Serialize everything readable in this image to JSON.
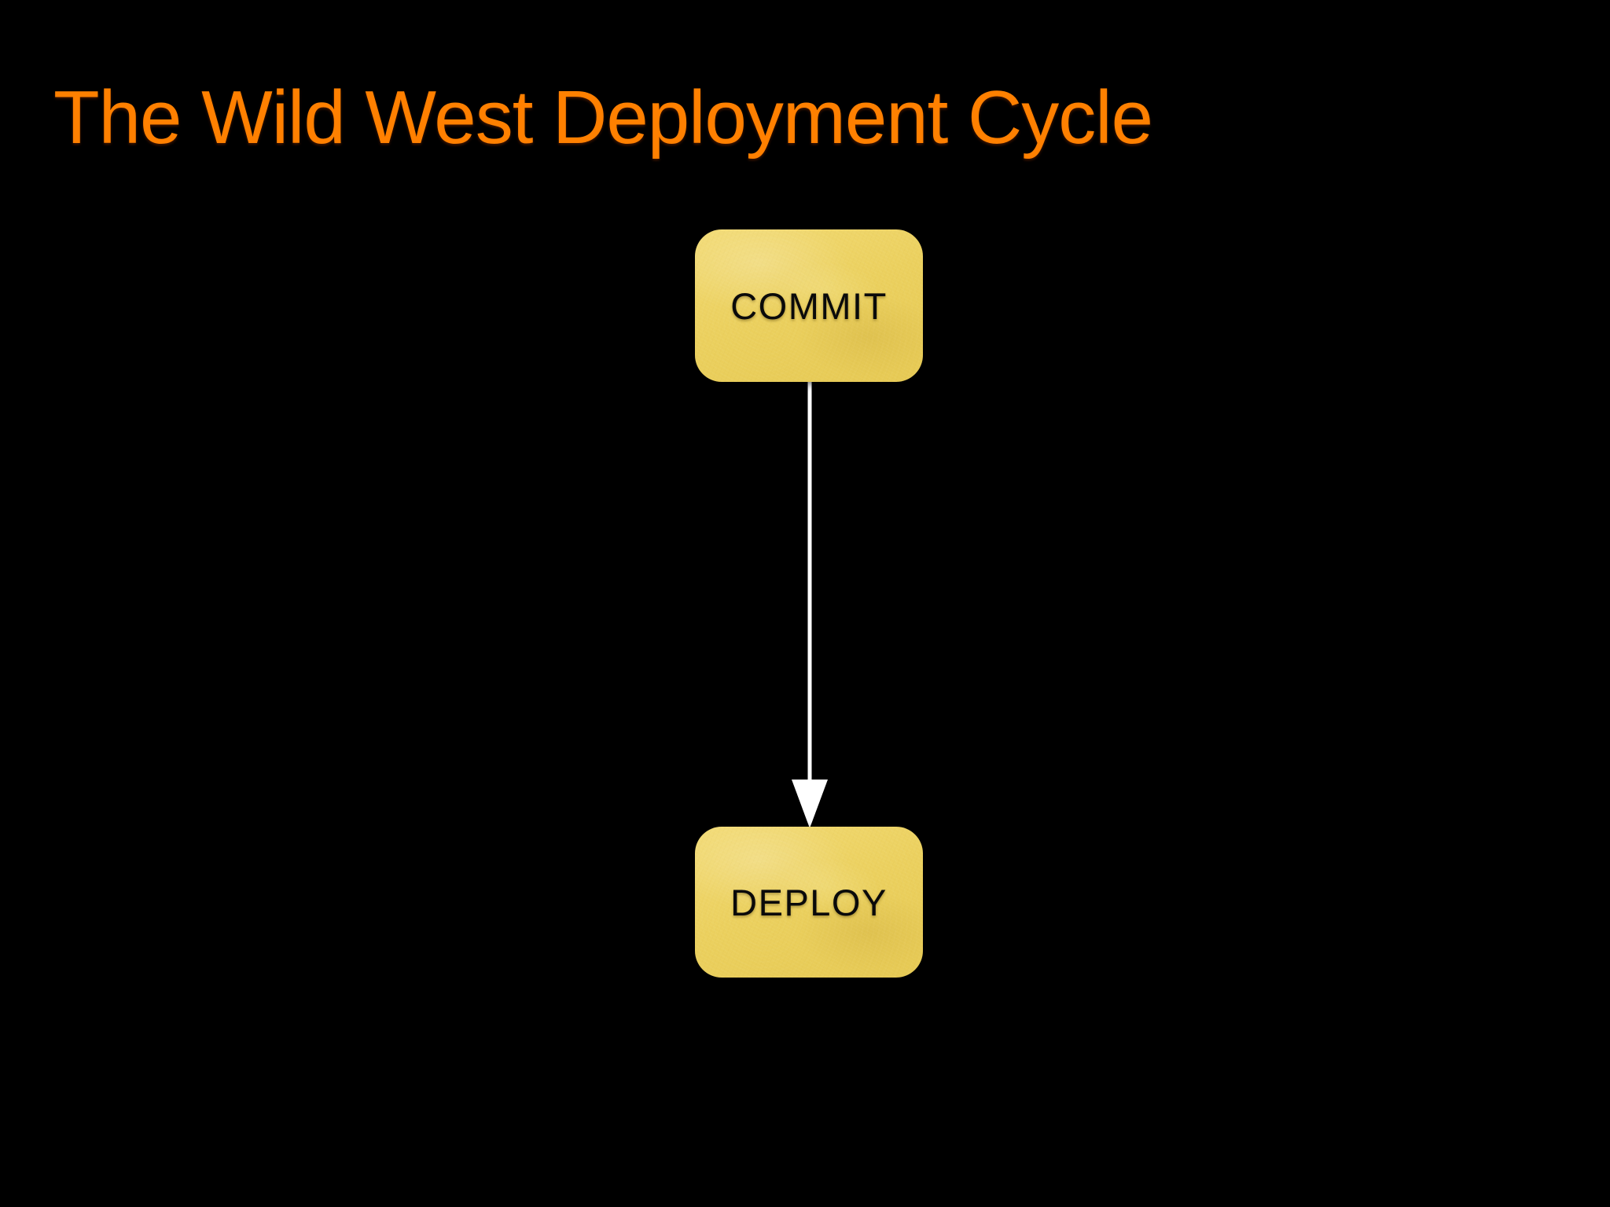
{
  "slide": {
    "title": "The Wild West Deployment Cycle",
    "background_color": "#000000",
    "title_color": "#FF8000"
  },
  "diagram": {
    "type": "flowchart",
    "node_fill_color": "#EDD365",
    "node_text_color": "#0A0A0A",
    "connector_color": "#FFFFFF",
    "nodes": [
      {
        "id": "commit",
        "label": "COMMIT"
      },
      {
        "id": "deploy",
        "label": "DEPLOY"
      }
    ],
    "edges": [
      {
        "from": "commit",
        "to": "deploy",
        "label": "",
        "arrow": "down"
      }
    ]
  }
}
